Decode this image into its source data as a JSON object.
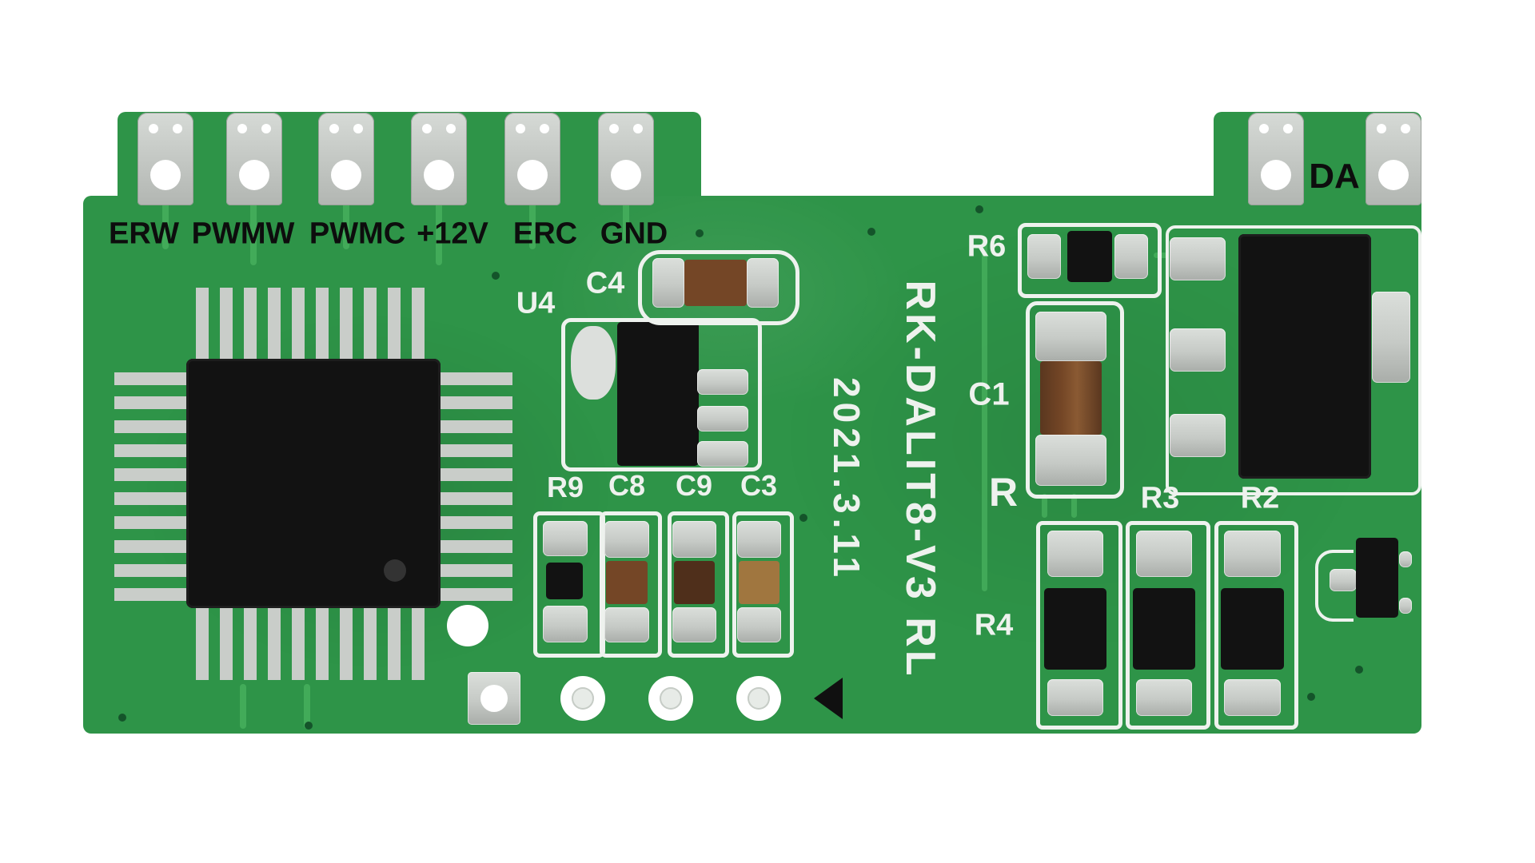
{
  "board": {
    "model": "RK-DALIT8-V3 RL",
    "date": "2021.3.11",
    "terminals": [
      "ERW",
      "PWMW",
      "PWMC",
      "+12V",
      "ERC",
      "GND"
    ],
    "terminal_da": "DA",
    "refs": {
      "u4": "U4",
      "c4": "C4",
      "r9": "R9",
      "c8": "C8",
      "c9": "C9",
      "c3": "C3",
      "r6": "R6",
      "c1": "C1",
      "r": "R",
      "r3": "R3",
      "r2": "R2",
      "r4": "R4"
    },
    "colors": {
      "pcb_green": "#2e9448",
      "pcb_green_light": "#4db763",
      "silkscreen": "#eef2ee",
      "pad_silver": "#c6cac6",
      "component_black": "#121212",
      "cap_brown": "#744626",
      "cap_brown_dark": "#4f2f1b",
      "cap_tan": "#a0763f",
      "hole_white": "#ffffff",
      "label_black": "#0d0d0d",
      "via_green": "#14542a"
    }
  }
}
